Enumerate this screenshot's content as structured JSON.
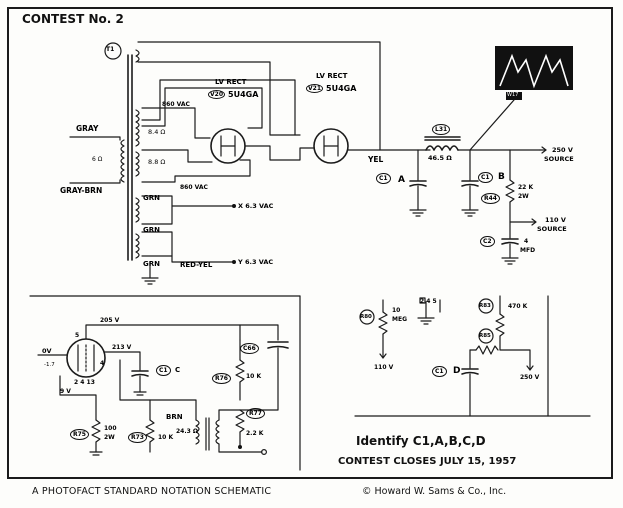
{
  "header": {
    "title": "CONTEST No. 2"
  },
  "labels": {
    "t1": "T1",
    "gray": "GRAY",
    "pri_ohms": "6 Ω",
    "gray_brn": "GRAY-BRN",
    "sec_860a": "860 VAC",
    "sec_860b": "860 VAC",
    "sec_84": "8.4 Ω",
    "sec_88": "8.8 Ω",
    "grn1": "GRN",
    "grn2": "GRN",
    "grn3": "GRN",
    "red_yel": "RED-YEL",
    "x_63": "X 6.3 VAC",
    "y_63": "Y 6.3 VAC",
    "v20_title": "LV RECT",
    "v20_id": "V20",
    "v20_type": "5U4GA",
    "v21_title": "LV RECT",
    "v21_id": "V21",
    "v21_type": "5U4GA",
    "yel": "YEL",
    "l31": "L31",
    "l31_ohms": "46.5 Ω",
    "w17": "W17",
    "c1a_id": "C1",
    "c1a_letter": "A",
    "c1b_id": "C1",
    "c1b_letter": "B",
    "r44": "R44",
    "r44_val1": "22 K",
    "r44_val2": "2W",
    "src250_1": "250 V",
    "src250_2": "SOURCE",
    "src110_1": "110 V",
    "src110_2": "SOURCE",
    "c2": "C2",
    "c2_val1": "4",
    "c2_val2": "MFD",
    "b205": "205 V",
    "b213": "213 V",
    "ov": "0V",
    "neg17": "-1.7",
    "pins": "2 4 13",
    "pin5": "5",
    "pin4": "4",
    "nine_v": "9 V",
    "c1c_id": "C1",
    "c1c_letter": "C",
    "r75": "R75",
    "r75_val1": "100",
    "r75_val2": "2W",
    "r73": "R73",
    "r73_val": "10 K",
    "brn": "BRN",
    "t_ohms": "24.3 Ω",
    "c66": "C66",
    "r76": "R76",
    "r76_val": "10 K",
    "r77": "R77",
    "r77_val": "2.2 K",
    "r80": "R80",
    "r80_val1": "10",
    "r80_val2": "MEG",
    "v110": "110 V",
    "pin_label": "2  4  5",
    "r83": "R83",
    "r83_val": "470 K",
    "r85": "R85",
    "c1d_id": "C1",
    "c1d_letter": "D",
    "v250": "250 V",
    "identify": "Identify C1,A,B,C,D",
    "closes": "CONTEST CLOSES JULY 15, 1957",
    "footer_left": "A PHOTOFACT STANDARD NOTATION SCHEMATIC",
    "footer_right": "© Howard W. Sams & Co., Inc."
  }
}
